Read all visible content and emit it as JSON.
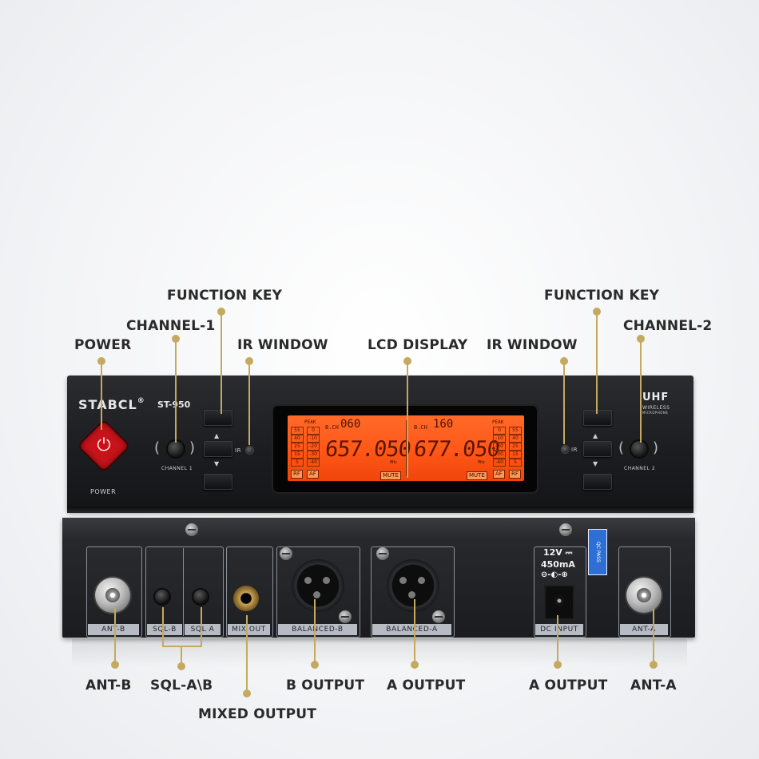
{
  "front_panel": {
    "brand": "STABCL",
    "registered_mark": "®",
    "model": "ST-950",
    "power_label": "POWER",
    "channel_1_label": "CHANNEL 1",
    "channel_2_label": "CHANNEL 2",
    "ir_label": "IR",
    "arrow_up": "▲",
    "arrow_down": "▼",
    "uhf_logo": "UHF",
    "uhf_sub_1": "WIRELESS",
    "uhf_sub_2": "MICROPHONE"
  },
  "lcd": {
    "ch_a_label": "B.CH",
    "ch_a_value": "060",
    "freq_a": "657.050",
    "ch_b_label": "B.CH",
    "ch_b_value": "160",
    "freq_b": "677.050",
    "unit": "MHz",
    "peak_label": "PEAK",
    "rf_scale": [
      "55",
      "40",
      "25",
      "15",
      "5"
    ],
    "af_scale": [
      "0",
      "-10",
      "-20",
      "-30",
      "-40"
    ],
    "rf_label": "RF",
    "af_label": "AF",
    "mute_label": "MUTE"
  },
  "rear_panel": {
    "ports": {
      "ant_b": "ANT-B",
      "sql_b": "SQL-B",
      "sql_a": "SQL A",
      "mix_out": "MIX OUT",
      "balanced_b": "BALANCED-B",
      "balanced_a": "BALANCED-A",
      "dc_input": "DC INPUT",
      "ant_a": "ANT-A"
    },
    "dc_voltage": "12V ⎓",
    "dc_current": "450mA",
    "dc_polarity": "⊖-◐-⊕",
    "qc_sticker": "QC PASS"
  },
  "callouts": {
    "function_key_left": "FUNCTION KEY",
    "channel_1": "CHANNEL-1",
    "power": "POWER",
    "ir_window_left": "IR WINDOW",
    "lcd_display": "LCD DISPLAY",
    "ir_window_right": "IR WINDOW",
    "function_key_right": "FUNCTION KEY",
    "channel_2": "CHANNEL-2",
    "ant_b": "ANT-B",
    "sql_ab": "SQL-A\\B",
    "b_output": "B OUTPUT",
    "a_output": "A OUTPUT",
    "a_output_dc": "A OUTPUT",
    "ant_a": "ANT-A",
    "mixed_output": "MIXED OUTPUT"
  },
  "colors": {
    "leader_gold": "#c4a95f",
    "lcd_orange": "#ff5718",
    "power_red": "#c8131b",
    "chassis": "#1c1d20"
  }
}
